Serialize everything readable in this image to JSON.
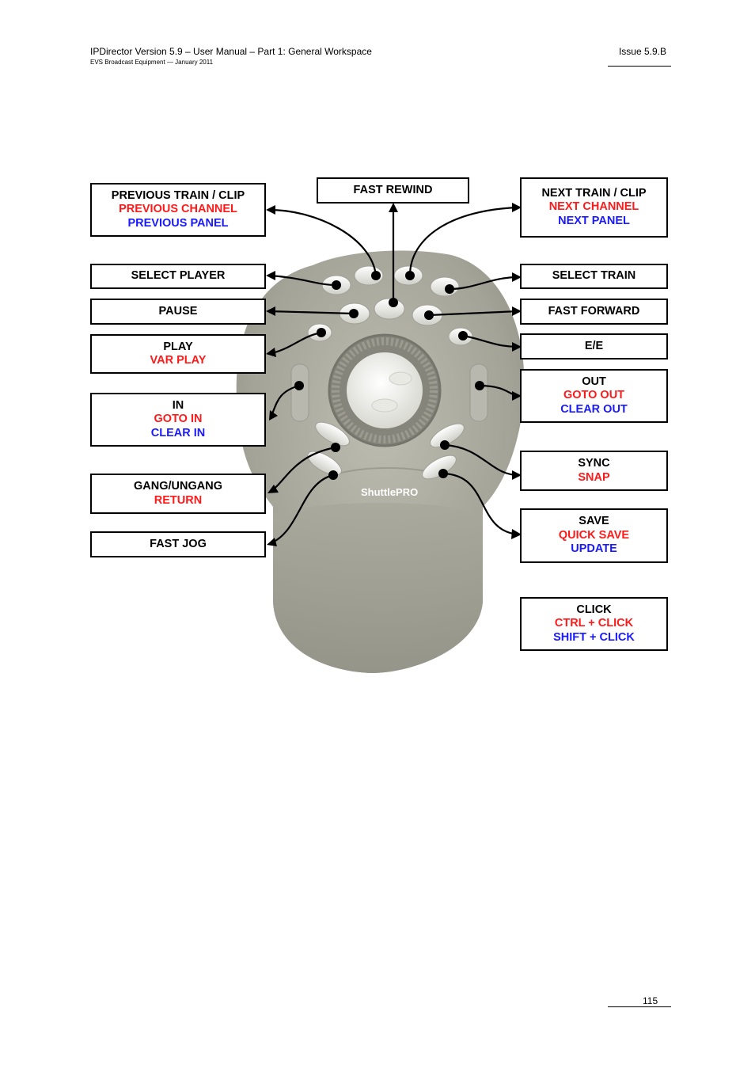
{
  "header": {
    "title": "IPDirector Version 5.9 – User Manual – Part 1: General Workspace",
    "subtitle": "EVS Broadcast Equipment  — January 2011",
    "issue": "Issue 5.9.B"
  },
  "footer": {
    "page_number": "115"
  },
  "device": {
    "brand_text": "ShuttlePRO"
  },
  "labels": {
    "prev_train": {
      "l1": "PREVIOUS TRAIN / CLIP",
      "l2": "PREVIOUS CHANNEL",
      "l3": "PREVIOUS PANEL"
    },
    "fast_rewind": {
      "l1": "FAST REWIND"
    },
    "next_train": {
      "l1": "NEXT TRAIN / CLIP",
      "l2": "NEXT CHANNEL",
      "l3": "NEXT PANEL"
    },
    "select_player": {
      "l1": "SELECT PLAYER"
    },
    "select_train": {
      "l1": "SELECT TRAIN"
    },
    "pause": {
      "l1": "PAUSE"
    },
    "fast_forward": {
      "l1": "FAST FORWARD"
    },
    "play": {
      "l1": "PLAY",
      "l2": "VAR PLAY"
    },
    "ee": {
      "l1": "E/E"
    },
    "in": {
      "l1": "IN",
      "l2": "GOTO IN",
      "l3": "CLEAR IN"
    },
    "out": {
      "l1": "OUT",
      "l2": "GOTO OUT",
      "l3": "CLEAR OUT"
    },
    "sync": {
      "l1": "SYNC",
      "l2": "SNAP"
    },
    "gang": {
      "l1": "GANG/UNGANG",
      "l2": "RETURN"
    },
    "save": {
      "l1": "SAVE",
      "l2": "QUICK SAVE",
      "l3": "UPDATE"
    },
    "fast_jog": {
      "l1": "FAST JOG"
    },
    "click": {
      "l1": "CLICK",
      "l2": "CTRL + CLICK",
      "l3": "SHIFT + CLICK"
    }
  },
  "colors": {
    "primary": "#000000",
    "secondary": "#ff1a1a",
    "tertiary": "#1a1aff"
  }
}
